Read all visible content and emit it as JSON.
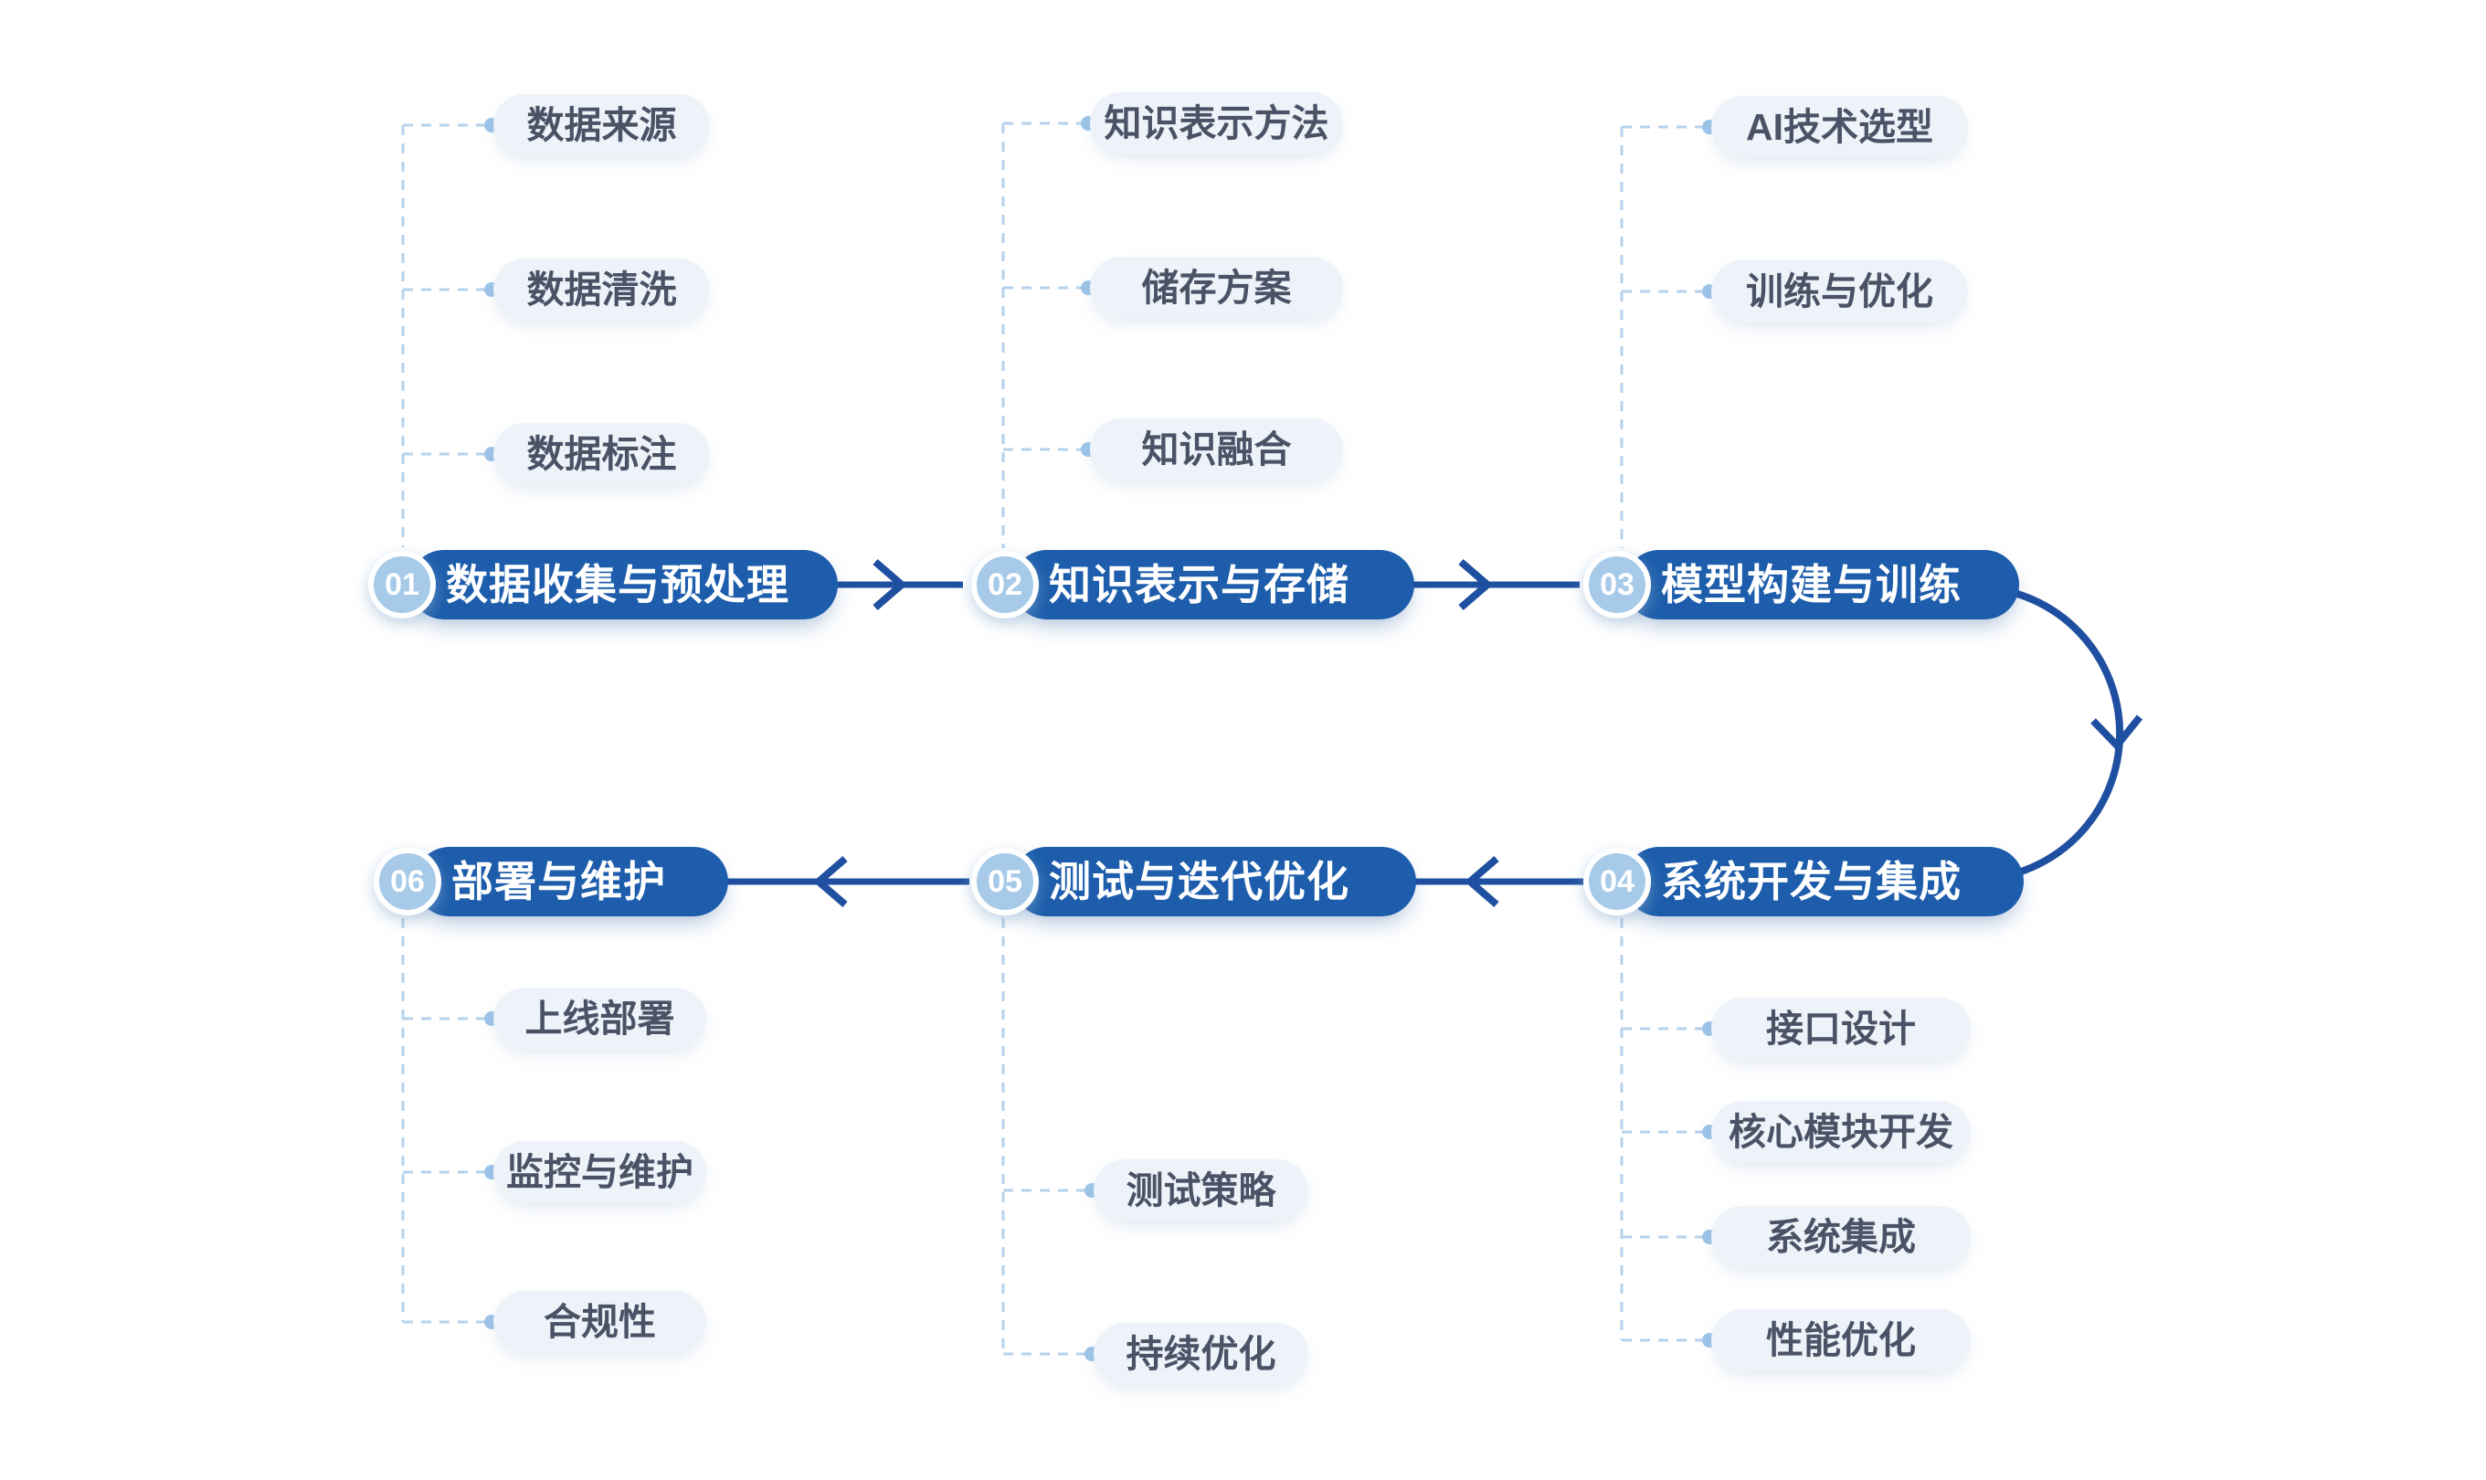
{
  "diagram": {
    "flow_direction": "01 → 02 → 03 → 04 → 05 → 06",
    "stages": [
      {
        "number": "01",
        "title": "数据收集与预处理",
        "items": [
          "数据来源",
          "数据清洗",
          "数据标注"
        ]
      },
      {
        "number": "02",
        "title": "知识表示与存储",
        "items": [
          "知识表示方法",
          "储存方案",
          "知识融合"
        ]
      },
      {
        "number": "03",
        "title": "模型构建与训练",
        "items": [
          "AI技术选型",
          "训练与优化"
        ]
      },
      {
        "number": "04",
        "title": "系统开发与集成",
        "items": [
          "接口设计",
          "核心模块开发",
          "系统集成",
          "性能优化"
        ]
      },
      {
        "number": "05",
        "title": "测试与迭代优化",
        "items": [
          "测试策略",
          "持续优化"
        ]
      },
      {
        "number": "06",
        "title": "部署与维护",
        "items": [
          "上线部署",
          "监控与维护",
          "合规性"
        ]
      }
    ],
    "colors": {
      "stage_pill": "#1d5dab",
      "stage_badge": "#a7cae9",
      "arrow": "#1f4fa0",
      "sub_pill_bg": "#eef2f9",
      "sub_pill_text": "#4a5266",
      "dash_line": "#b5d2ec",
      "dot": "#9cc4e8",
      "background": "#ffffff"
    }
  }
}
